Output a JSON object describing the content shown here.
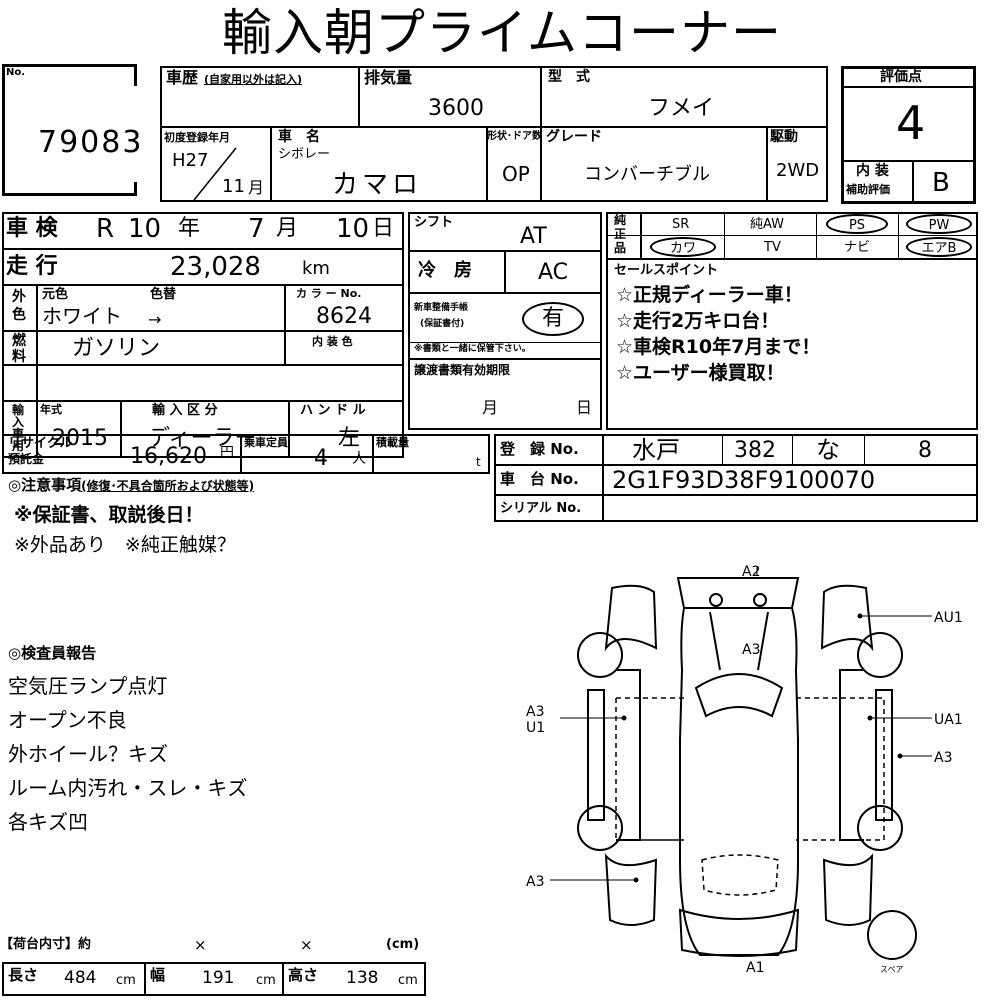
{
  "title": "輸入朝プライムコーナー",
  "no": {
    "label": "No.",
    "value": "79083"
  },
  "history": {
    "label": "車歴",
    "note": "(自家用以外は記入)"
  },
  "displacement": {
    "label": "排気量",
    "value": "3600"
  },
  "model": {
    "label": "型　式",
    "value": "フメイ"
  },
  "score": {
    "label": "評価点",
    "value": "4",
    "interior_label": "内 装",
    "interior_sub": "補助評価",
    "interior_value": "B"
  },
  "first_reg": {
    "label": "初度登録年月",
    "era": "H27",
    "month": "11",
    "month_unit": "月"
  },
  "car_name": {
    "label": "車　名",
    "maker": "シボレー",
    "value": "カマロ"
  },
  "shape": {
    "label": "形状･ドア数",
    "value": "OP"
  },
  "grade": {
    "label": "グレード",
    "value": "コンバーチブル"
  },
  "drive": {
    "label": "駆動",
    "value": "2WD"
  },
  "inspection": {
    "label": "車 検",
    "era": "R",
    "year": "10",
    "year_unit": "年",
    "month": "7",
    "month_unit": "月",
    "day": "10",
    "day_unit": "日"
  },
  "shift": {
    "label": "シフト",
    "value": "AT"
  },
  "mileage": {
    "label": "走 行",
    "value": "23,028",
    "unit": "km"
  },
  "aircon": {
    "label": "冷　房",
    "value": "AC"
  },
  "color": {
    "side1": "外",
    "side2": "色",
    "orig_label": "元色",
    "change_label": "色替",
    "orig_value": "ホワイト",
    "arrow": "→",
    "code_label": "カ ラ ー No.",
    "code_value": "8624",
    "interior_label": "内 装 色"
  },
  "fuel": {
    "side1": "燃",
    "side2": "料",
    "value": "ガソリン"
  },
  "warranty": {
    "label1": "新車整備手帳",
    "label2": "(保証書付)",
    "value": "有",
    "note": "※書類と一緒に保管下さい。"
  },
  "transfer": {
    "label": "譲渡書類有効期限",
    "month_unit": "月",
    "day_unit": "日"
  },
  "import": {
    "side1": "輸",
    "side2": "入",
    "side3": "車",
    "side4": "用",
    "year_label": "年式",
    "year_value": "2015",
    "kubun_label": "輸 入 区 分",
    "kubun_value": "ディーラー",
    "handle_label": "ハ ン ド ル",
    "handle_value": "左"
  },
  "equipment": {
    "side1": "純",
    "side2": "正",
    "side3": "品",
    "items": [
      "SR",
      "純AW",
      "PS",
      "PW",
      "カワ",
      "TV",
      "ナビ",
      "エアB"
    ]
  },
  "sales": {
    "label": "セールスポイント",
    "points": [
      "☆正規ディーラー車！",
      "☆走行2万キロ台！",
      "☆車検R10年7月まで！",
      "☆ユーザー様買取！"
    ]
  },
  "recycle": {
    "label1": "リサイクル",
    "label2": "預託金",
    "value": "16,620",
    "unit": "円"
  },
  "capacity": {
    "label": "乗車定員",
    "value": "4",
    "unit": "人"
  },
  "load": {
    "label": "積載量",
    "unit": "t"
  },
  "registration": {
    "label": "登　録 No.",
    "area": "水戸",
    "class": "382",
    "kana": "な",
    "number": "8"
  },
  "chassis": {
    "label": "車　台 No.",
    "value": "2G1F93D38F9100070"
  },
  "serial": {
    "label": "シリアル No."
  },
  "notes": {
    "label": "◎注意事項",
    "sub": "(修復･不具合箇所および状態等)",
    "lines": [
      "※保証書、取説後日！",
      "※外品あり　※純正触媒？"
    ]
  },
  "inspector": {
    "label": "◎検査員報告",
    "lines": [
      "空気圧ランプ点灯",
      "オープン不良",
      "外ホイール？キズ",
      "ルーム内汚れ・スレ・キズ",
      "各キズ凹"
    ]
  },
  "cargo": {
    "label": "【荷台内寸】約",
    "x1": "×",
    "x2": "×",
    "unit": "(cm)",
    "length_label": "長さ",
    "length": "484",
    "width_label": "幅",
    "width": "191",
    "height_label": "高さ",
    "height": "138",
    "cm": "cm"
  },
  "diagram": {
    "a2": "A2",
    "a3_top": "A3",
    "au1": "AU1",
    "a3u1_a": "A3",
    "a3u1_b": "U1",
    "ua1": "UA1",
    "a3_right": "A3",
    "a3_left": "A3",
    "a1": "A1",
    "spare": "スペア"
  }
}
